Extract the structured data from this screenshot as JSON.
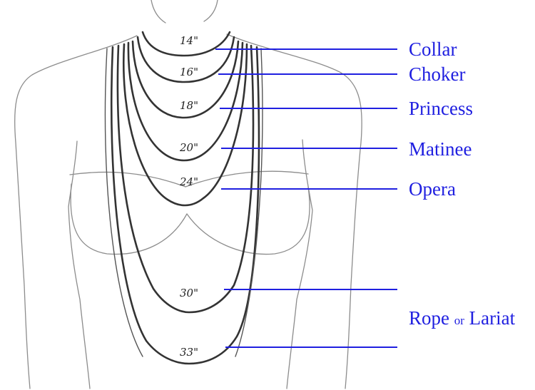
{
  "colors": {
    "leader": "#1f1fe0",
    "chain": "#333333",
    "outline": "#8c8c8c"
  },
  "lengths": [
    {
      "label": "14\"",
      "style": "Collar"
    },
    {
      "label": "16\"",
      "style": "Choker"
    },
    {
      "label": "18\"",
      "style": "Princess"
    },
    {
      "label": "20\"",
      "style": "Matinee"
    },
    {
      "label": "24\"",
      "style": "Opera"
    },
    {
      "label": "30\"",
      "style": ""
    },
    {
      "label": "33\"",
      "style": ""
    }
  ],
  "rope_label": {
    "first": "Rope",
    "conj": "or",
    "last": "Lariat"
  }
}
